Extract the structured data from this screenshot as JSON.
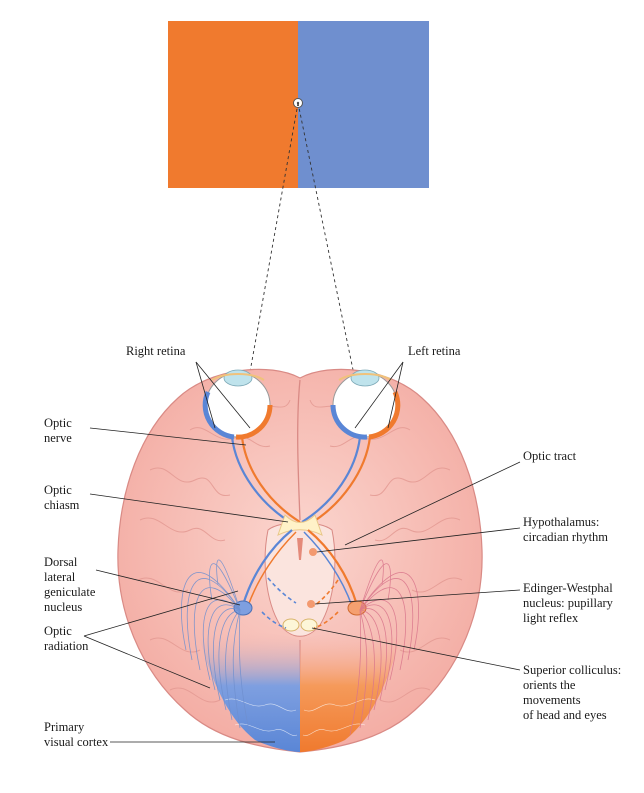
{
  "colors": {
    "left_field": "#f07a2e",
    "right_field": "#6f8fcf",
    "brain": "#f6b8b0",
    "brain_stroke": "#d98a85",
    "blue_pathway": "#5a86d6",
    "orange_pathway": "#f07a2e",
    "leader": "#222222"
  },
  "labels": {
    "right_retina": "Right retina",
    "left_retina": "Left retina",
    "optic_nerve": "Optic\nnerve",
    "optic_chiasm": "Optic\nchiasm",
    "dorsal_lgn": "Dorsal\nlateral\ngeniculate\nnucleus",
    "optic_radiation": "Optic\nradiation",
    "primary_visual_cortex": "Primary\nvisual cortex",
    "optic_tract": "Optic tract",
    "hypothalamus": "Hypothalamus:\ncircadian rhythm",
    "edinger_westphal": "Edinger-Westphal\nnucleus: pupillary\nlight reflex",
    "superior_colliculus": "Superior colliculus:\norients the\nmovements\nof head and eyes"
  }
}
